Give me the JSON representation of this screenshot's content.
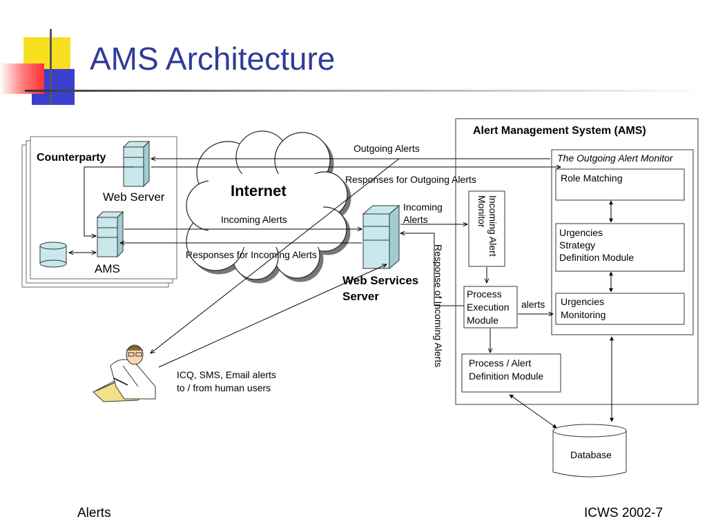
{
  "slide": {
    "title": "AMS Architecture",
    "footer_left": "Alerts",
    "footer_right": "ICWS 2002-7"
  },
  "diagram": {
    "counterparty": {
      "label": "Counterparty",
      "web_server": "Web Server",
      "ams": "AMS"
    },
    "internet": "Internet",
    "web_services_server": [
      "Web Services",
      "Server"
    ],
    "human_users": [
      "ICQ, SMS, Email alerts",
      "to / from human users"
    ],
    "ams_system": {
      "title": "Alert Management  System (AMS)",
      "outgoing_monitor": "The Outgoing Alert Monitor",
      "role_matching": "Role Matching",
      "urgencies_strategy": [
        "Urgencies",
        "Strategy",
        "Definition Module"
      ],
      "urgencies_monitoring": [
        "Urgencies",
        "Monitoring"
      ],
      "incoming_alert_monitor": [
        "Incoming Alert",
        "Monitor"
      ],
      "process_execution": [
        "Process",
        "Execution",
        "Module"
      ],
      "process_alert_definition": [
        "Process / Alert",
        "Definition Module"
      ],
      "alerts_label": "alerts"
    },
    "database": "Database",
    "flows": {
      "outgoing_alerts": "Outgoing Alerts",
      "responses_outgoing": "Responses for Outgoing Alerts",
      "incoming_alerts_left": "Incoming Alerts",
      "responses_incoming": "Responses for Incoming Alerts",
      "incoming_alerts_right": [
        "Incoming",
        "Alerts"
      ],
      "response_of_incoming": "Response of Incoming Alerts"
    }
  }
}
